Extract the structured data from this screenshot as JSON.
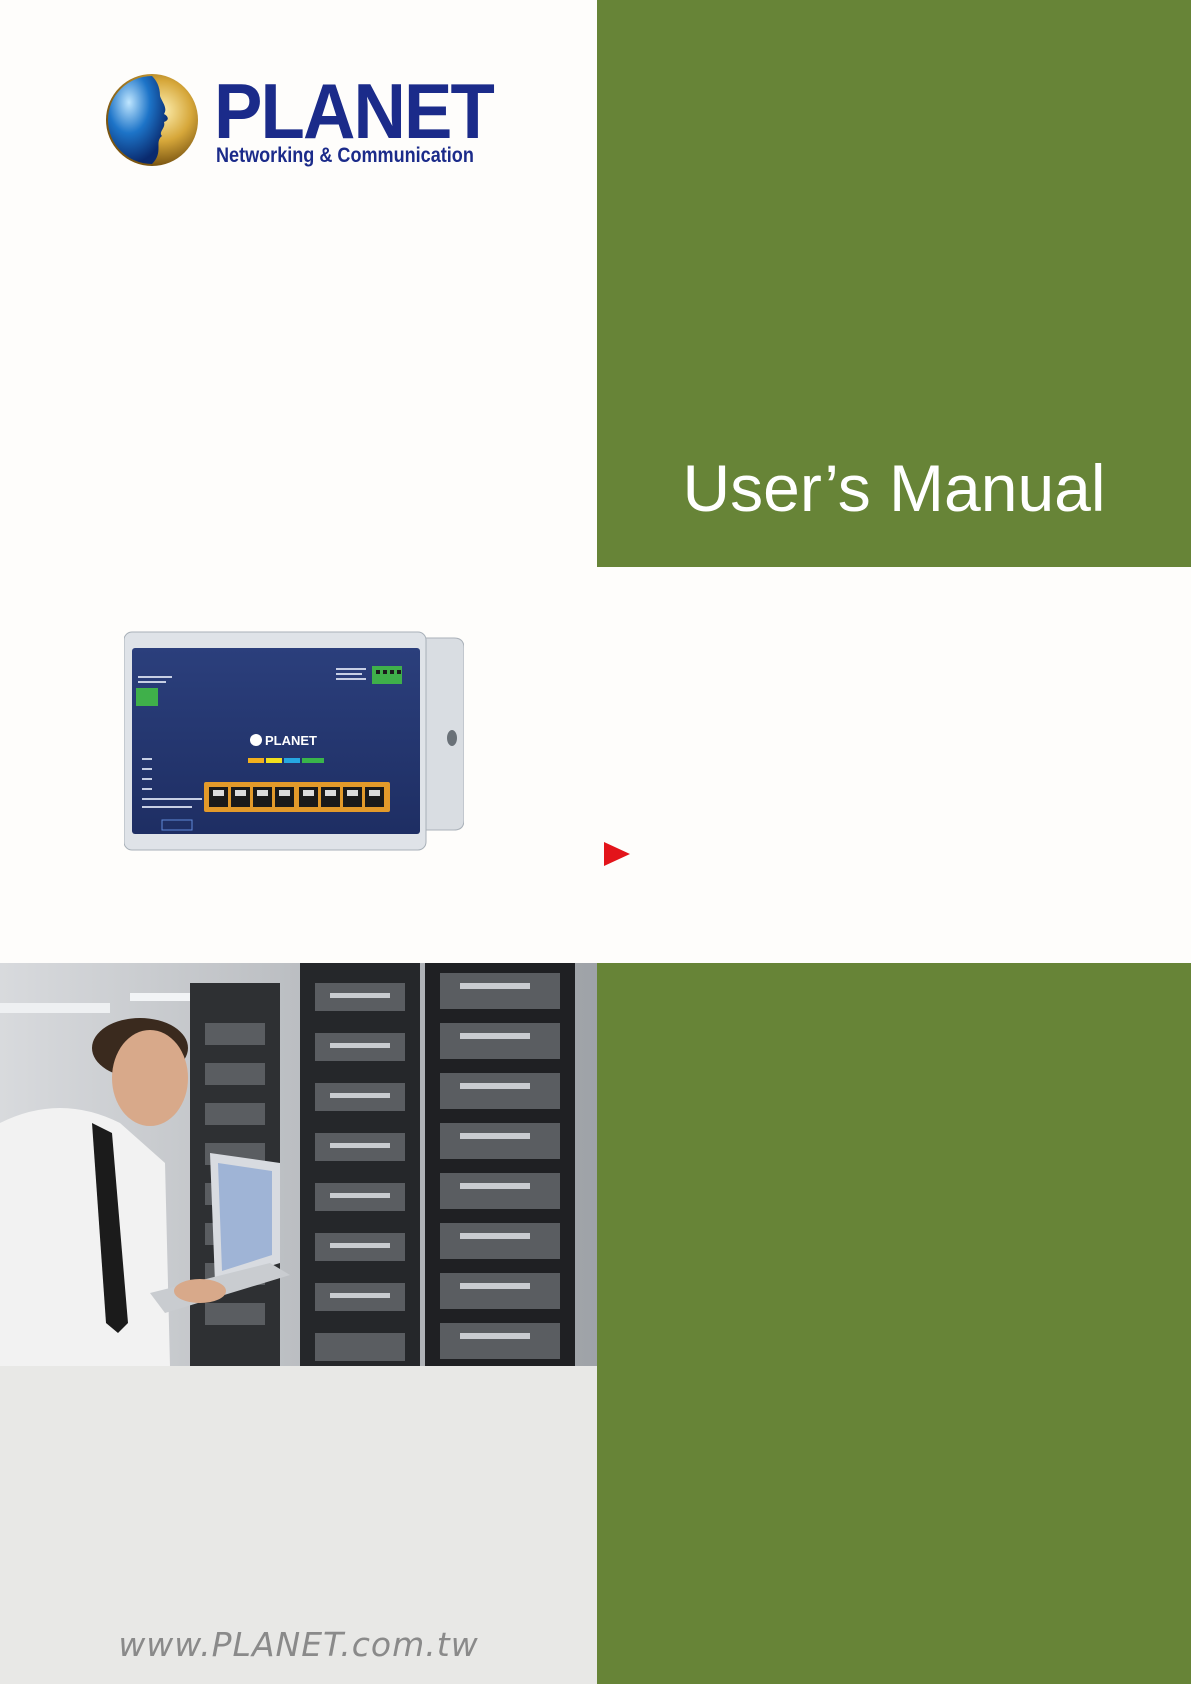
{
  "logo": {
    "brand": "PLANET",
    "tagline": "Networking & Communication",
    "device_brand": "PLANET"
  },
  "cover": {
    "title": "User’s Manual",
    "website": "www.PLANET.com.tw"
  },
  "colors": {
    "green_panel": "#678437",
    "logo_blue": "#1b2b8a",
    "arrow_red": "#e3141a",
    "grey_panel": "#e8e8e6"
  },
  "icons": {
    "arrow": "red-triangle-arrow-icon",
    "logo_mark": "planet-globe-icon"
  }
}
